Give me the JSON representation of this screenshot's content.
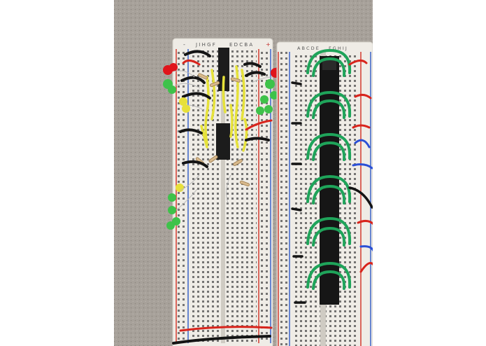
{
  "photo": {
    "kind": "photograph",
    "subject": "two breadboards with LED traffic-light circuits",
    "left_board_header_letters": "J I H G F",
    "left_board_header_letters_2": "E D C B A",
    "right_board_header_letters": "A B C D E",
    "right_board_header_letters_2": "F G H I J",
    "plus_sign": "+",
    "minus_sign": "-",
    "led_colors": {
      "red": "#e0141b",
      "green": "#3ec24a",
      "yellow": "#e7e03a"
    },
    "wire_colors": {
      "yellow": "#e6e23a",
      "black": "#141414",
      "green": "#1fa45a",
      "red": "#d8241c",
      "blue": "#2a4fd6"
    },
    "background_colors": {
      "carpet": "#a7a19a",
      "board": "#efece6",
      "frame": "#ffffff"
    }
  }
}
